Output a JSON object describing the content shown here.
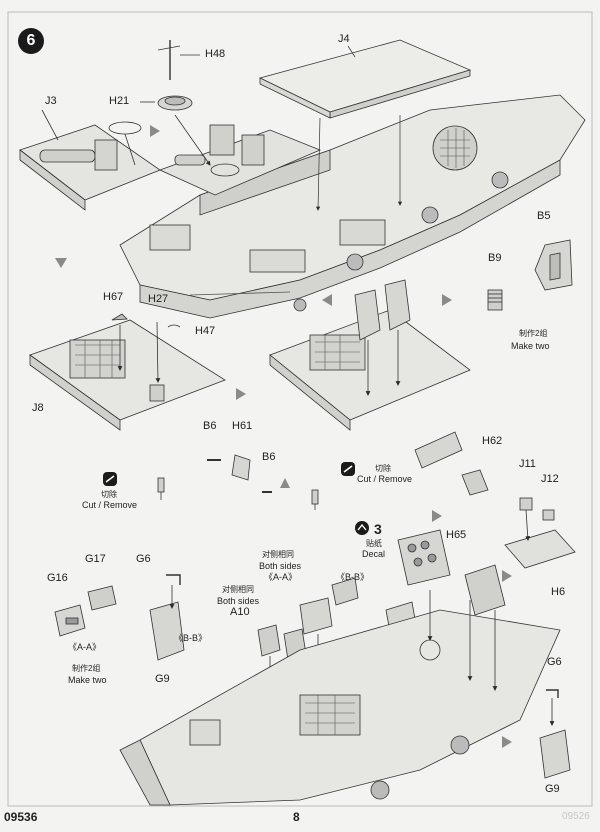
{
  "step": "6",
  "parts": {
    "h48": "H48",
    "j4": "J4",
    "j3": "J3",
    "h21": "H21",
    "b5": "B5",
    "b9": "B9",
    "h67": "H67",
    "h27": "H27",
    "h47": "H47",
    "j8": "J8",
    "b6a": "B6",
    "h61": "H61",
    "b6b": "B6",
    "h62": "H62",
    "j11": "J11",
    "j12": "J12",
    "h65": "H65",
    "h6": "H6",
    "g17": "G17",
    "g16": "G16",
    "g6a": "G6",
    "g9a": "G9",
    "a10": "A10",
    "g6b": "G6",
    "g9b": "G9"
  },
  "notes": {
    "make_two_cn_1": "制作2组",
    "make_two_en_1": "Make two",
    "cut_cn_1": "切除",
    "cut_en_1": "Cut / Remove",
    "cut_cn_2": "切除",
    "cut_en_2": "Cut / Remove",
    "decal_cn": "贴纸",
    "decal_en": "Decal",
    "decal_number": "3",
    "both_cn_1": "对侧相同",
    "both_en_1": "Both sides",
    "view_aa_1": "《A-A》",
    "view_bb_1": "《B-B》",
    "both_cn_2": "对侧相同",
    "both_en_2": "Both sides",
    "view_bb_2": "《B-B》",
    "view_aa_2": "《A-A》",
    "make_two_cn_2": "制作2组",
    "make_two_en_2": "Make two"
  },
  "footer": {
    "code": "09536",
    "page": "8",
    "faint": "09526"
  },
  "colors": {
    "ink": "#2a2a2a",
    "line": "#444444",
    "arrow": "#8a8a8a",
    "fill_light": "#e9e9e6",
    "fill_mid": "#d6d6d2",
    "fill_dark": "#bfbfbb"
  }
}
